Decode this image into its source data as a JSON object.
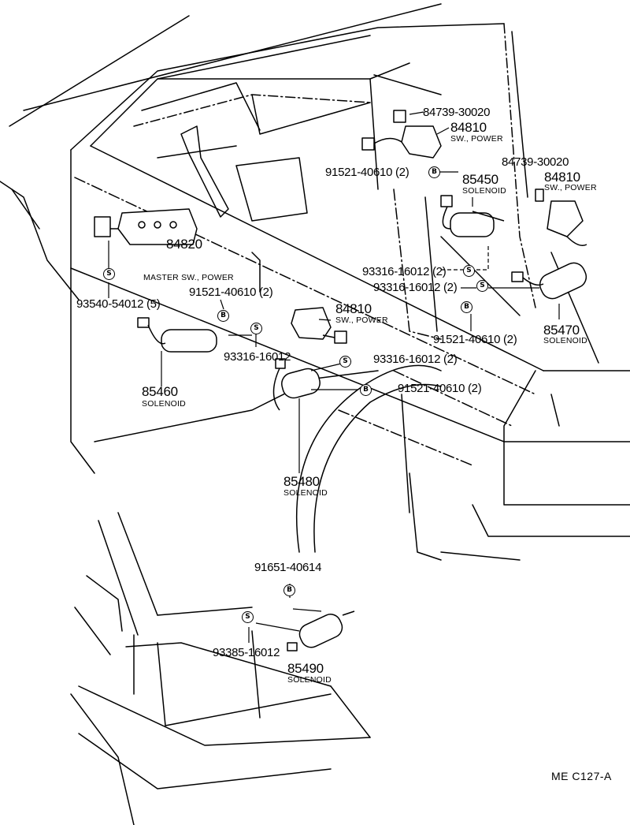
{
  "callouts": {
    "p84739_a": "84739-30020",
    "p84810_a": "84810",
    "p84810_a_desc": "SW., POWER",
    "p84739_b": "84739-30020",
    "p84810_b": "84810",
    "p84810_b_desc": "SW., POWER",
    "p91521_a": "91521-40610 (2)",
    "p85450": "85450",
    "p85450_desc": "SOLENOID",
    "p84820": "84820",
    "p84820_desc": "MASTER SW., POWER",
    "p91521_b": "91521-40610 (2)",
    "p93540": "93540-54012 (5)",
    "p93316_a": "93316-16012 (2)",
    "p93316_b": "93316-16012 (2)",
    "p84810_c": "84810",
    "p84810_c_desc": "SW., POWER",
    "p85470": "85470",
    "p85470_desc": "SOLENOID",
    "p91521_c": "91521-40610 (2)",
    "p93316_c": "93316-16012",
    "p93316_d": "93316-16012 (2)",
    "p91521_d": "91521-40610 (2)",
    "p85460": "85460",
    "p85460_desc": "SOLENOID",
    "p85480": "85480",
    "p85480_desc": "SOLENOID",
    "p91651": "91651-40614",
    "p93385": "93385-16012",
    "p85490": "85490",
    "p85490_desc": "SOLENOID"
  },
  "symbols": {
    "screw": "S",
    "bolt": "B"
  },
  "figure_code": "ME  C127-A"
}
